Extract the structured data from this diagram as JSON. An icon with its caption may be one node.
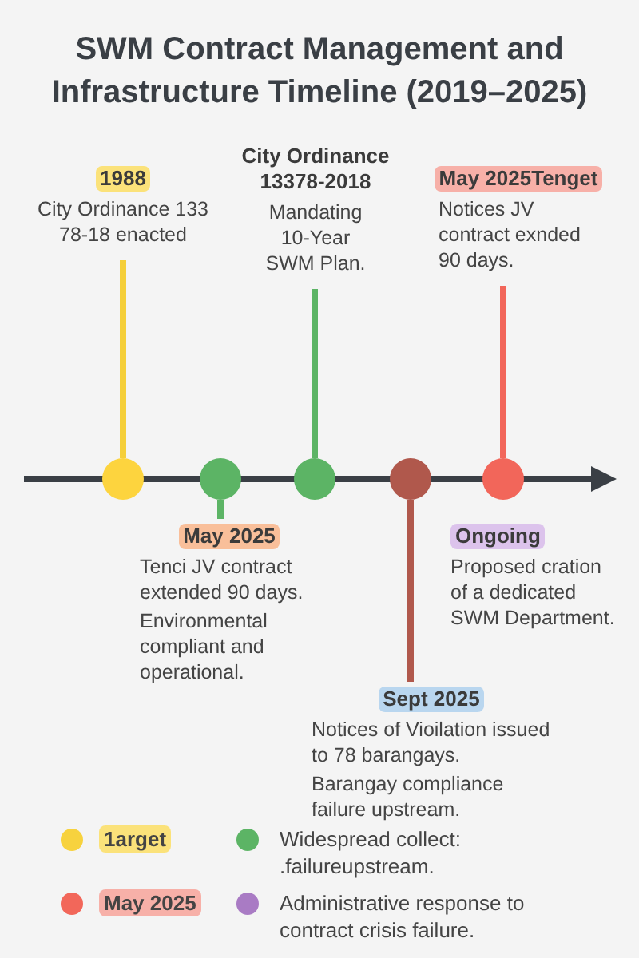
{
  "diagram": {
    "title": "SWM Contract Management and Infrastructure Timeline (2019–2025)",
    "nodes": [
      {
        "text": [
          "1988",
          "City Ordinance 133 78-18 enacted"
        ]
      },
      {
        "text": [
          "City Ordinance 13378-2018",
          "Mandating 10-Year SWM Plan."
        ]
      },
      {
        "text": [
          "May 2025Tenget",
          "Notices JV contract exnded 90 days."
        ]
      },
      {
        "text": [],
        "shape": "circle"
      },
      {
        "text": [],
        "shape": "circle"
      },
      {
        "text": [],
        "shape": "circle"
      },
      {
        "text": [],
        "shape": "circle"
      },
      {
        "text": [],
        "shape": "circle"
      },
      {
        "text": [
          "May 2025",
          "Tenci JV contract extended 90 days.",
          "Environmental compliant and operational."
        ]
      },
      {
        "text": [
          "Ongoing",
          "Proposed cration of a dedicated SWM Department."
        ]
      },
      {
        "text": [
          "Sept 2025",
          "Notices of Vioilation issued to 78 barangays.",
          "Barangay compliance failure upstream."
        ]
      }
    ],
    "edges": [
      {
        "from": 0,
        "to": 3,
        "arrow": "none",
        "color": "#f5cf3a"
      },
      {
        "from": 8,
        "to": 4,
        "arrow": "none"
      },
      {
        "from": 1,
        "to": 5,
        "arrow": "none"
      },
      {
        "from": 10,
        "to": 6,
        "arrow": "none",
        "color": "#b0584c"
      },
      {
        "from": 2,
        "to": 7,
        "arrow": "none",
        "color": "#f2665a"
      }
    ],
    "legend": [
      {
        "text": "1arget",
        "color": "#f7d23e"
      },
      {
        "text": "Widespread collect: .failureupstream.",
        "color": "#5cb465"
      },
      {
        "text": "May 2025",
        "color": "#f2675a"
      },
      {
        "text": "Administrative response to contract crisis failure.",
        "color": "#a97bc4"
      }
    ]
  }
}
